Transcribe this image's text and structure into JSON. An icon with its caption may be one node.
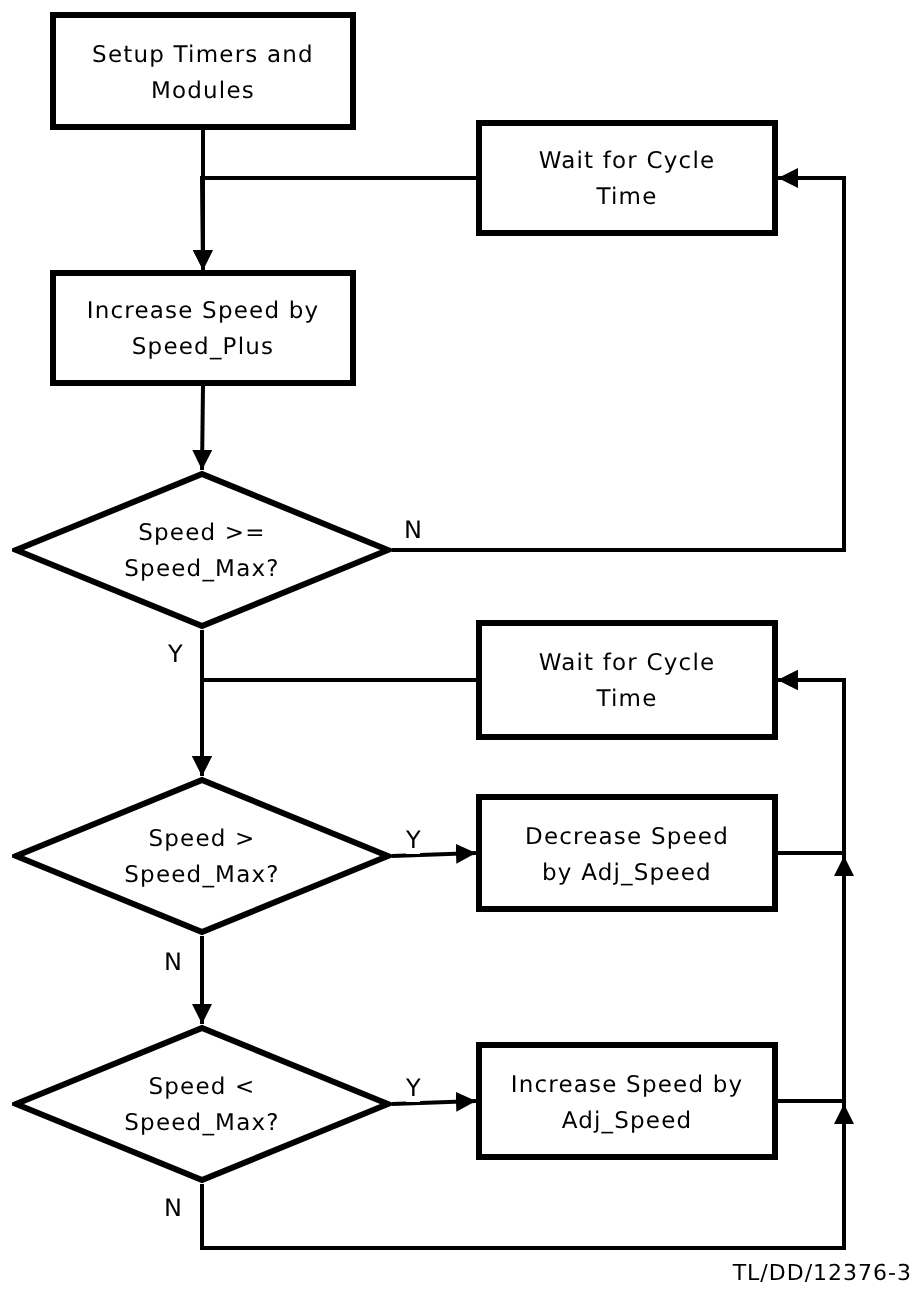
{
  "diagram": {
    "nodes": [
      {
        "text": [
          "Setup Timers and Modules"
        ]
      },
      {
        "text": [
          "Wait for Cycle Time"
        ]
      },
      {
        "text": [
          "Increase Speed by Speed_Plus"
        ]
      },
      {
        "text": [
          "Speed >= Speed_Max?"
        ]
      },
      {
        "text": [
          "Wait for Cycle Time"
        ]
      },
      {
        "text": [
          "Speed > Speed_Max?"
        ]
      },
      {
        "text": [
          "Decrease Speed by Adj_Speed"
        ]
      },
      {
        "text": [
          "Speed < Speed_Max?"
        ]
      },
      {
        "text": [
          "Increase Speed by Adj_Speed"
        ]
      }
    ],
    "edges": [
      {
        "from": 0,
        "to": 2,
        "arrow": "to"
      },
      {
        "from": 1,
        "to": 2,
        "arrow": "to"
      },
      {
        "from": 2,
        "to": 3,
        "arrow": "to"
      },
      {
        "from": 3,
        "to": 1,
        "arrow": "to",
        "label": "N"
      },
      {
        "from": 3,
        "to": 5,
        "arrow": "to",
        "label": "Y"
      },
      {
        "from": 4,
        "to": 5,
        "arrow": "to"
      },
      {
        "from": 5,
        "to": 6,
        "arrow": "to",
        "label": "Y"
      },
      {
        "from": 5,
        "to": 7,
        "arrow": "to",
        "label": "N"
      },
      {
        "from": 7,
        "to": 8,
        "arrow": "to",
        "label": "Y"
      },
      {
        "from": 6,
        "to": 4,
        "arrow": "to"
      },
      {
        "from": 8,
        "to": 4,
        "arrow": "to"
      },
      {
        "from": 7,
        "to": 4,
        "arrow": "to",
        "label": "N"
      }
    ],
    "labels": [
      "TL/DD/12376-3"
    ]
  }
}
